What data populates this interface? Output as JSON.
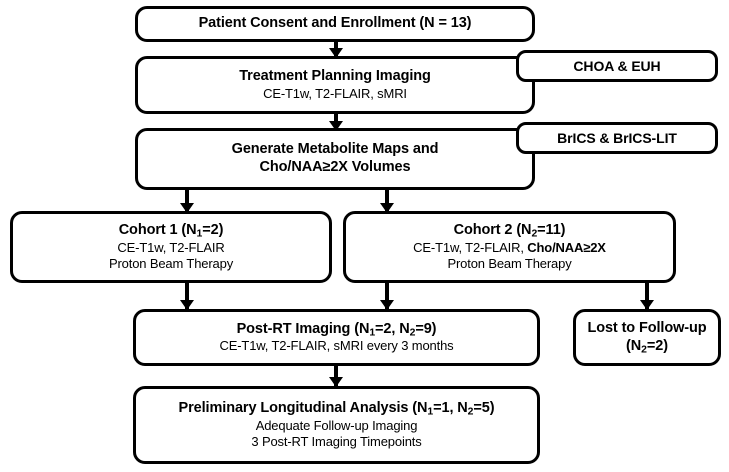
{
  "diagram": {
    "title": "Study Enrollment and Imaging Workflow Flowchart",
    "accent_color": "#000000",
    "background_color": "#ffffff",
    "nodes": [
      {
        "id": "consent",
        "line1": "Patient Consent and Enrollment (N = 13)",
        "line2": ""
      },
      {
        "id": "treatment-planning",
        "line1": "Treatment Planning Imaging",
        "line2": "CE-T1w, T2-FLAIR, sMRI"
      },
      {
        "id": "metabolite-maps",
        "line1": "Generate Metabolite Maps and",
        "line1b": "Cho/NAA≥2X Volumes",
        "line2": ""
      },
      {
        "id": "cohort-1",
        "line1_pre": "Cohort 1 (N",
        "line1_sub": "1",
        "line1_post": "=2)",
        "line2": "CE-T1w, T2-FLAIR",
        "line3": "Proton Beam Therapy"
      },
      {
        "id": "cohort-2",
        "line1_pre": "Cohort 2 (N",
        "line1_sub": "2",
        "line1_post": "=11)",
        "line2_pre": "CE-T1w, T2-FLAIR, ",
        "line2_bold": "Cho/NAA≥2X",
        "line3": "Proton Beam Therapy"
      },
      {
        "id": "post-rt",
        "line1_pre": "Post-RT Imaging (N",
        "line1_sub1": "1",
        "line1_mid": "=2, N",
        "line1_sub2": "2",
        "line1_post": "=9)",
        "line2": "CE-T1w, T2-FLAIR, sMRI every 3 months"
      },
      {
        "id": "lost-to-follow-up",
        "line1": "Lost to Follow-up",
        "line2_pre": "(N",
        "line2_sub": "2",
        "line2_post": "=2)"
      },
      {
        "id": "preliminary-analysis",
        "line1_pre": "Preliminary Longitudinal Analysis (N",
        "line1_sub1": "1",
        "line1_mid": "=1, N",
        "line1_sub2": "2",
        "line1_post": "=5)",
        "line2": "Adequate Follow-up Imaging",
        "line3": "3 Post-RT Imaging Timepoints"
      }
    ],
    "side_labels": [
      {
        "id": "site-label-1",
        "label": "CHOA & EUH"
      },
      {
        "id": "site-label-2",
        "label": "BrICS & BrICS-LIT"
      }
    ]
  }
}
